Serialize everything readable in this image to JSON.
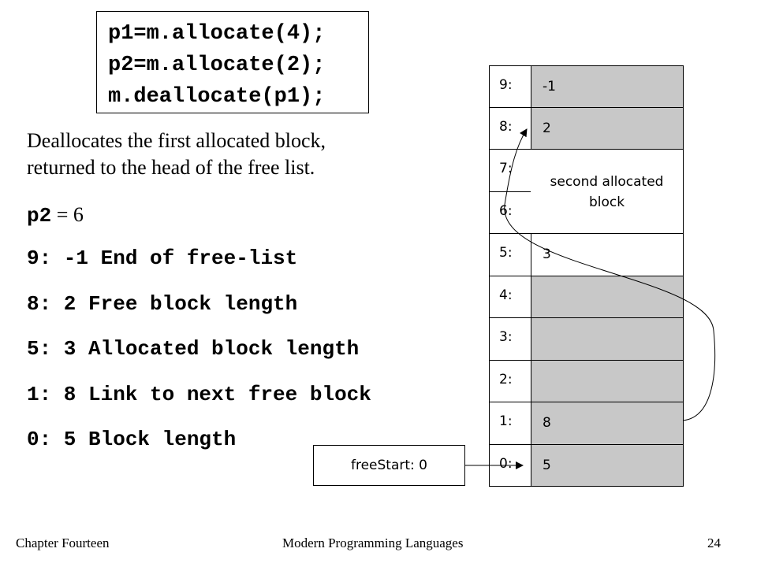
{
  "code": {
    "lines": [
      "p1=m.allocate(4);",
      "p2=m.allocate(2);",
      "m.deallocate(p1);"
    ]
  },
  "description": {
    "line1": "Deallocates the first allocated block,",
    "line2": "returned to the head of the free list."
  },
  "p2": {
    "var": "p2",
    "rest": " = 6"
  },
  "legend": [
    "9: -1 End of free-list",
    "8: 2 Free block length",
    "5: 3 Allocated block length",
    "1: 8 Link to next free block",
    "0: 5 Block length"
  ],
  "memory": {
    "rows": [
      {
        "addr": "9:",
        "value": "-1",
        "free": true
      },
      {
        "addr": "8:",
        "value": "2",
        "free": true
      },
      {
        "addr": "7:",
        "value": "",
        "free": false
      },
      {
        "addr": "6:",
        "value": "",
        "free": false
      },
      {
        "addr": "5:",
        "value": "3",
        "free": false
      },
      {
        "addr": "4:",
        "value": "",
        "free": true
      },
      {
        "addr": "3:",
        "value": "",
        "free": true
      },
      {
        "addr": "2:",
        "value": "",
        "free": true
      },
      {
        "addr": "1:",
        "value": "8",
        "free": true
      },
      {
        "addr": "0:",
        "value": "5",
        "free": true
      }
    ],
    "merged_label_line1": "second allocated",
    "merged_label_line2": "block"
  },
  "free_start": "freeStart: 0",
  "footer": {
    "left": "Chapter Fourteen",
    "center": "Modern Programming Languages",
    "right": "24"
  },
  "colors": {
    "free_cell": "#c8c8c8",
    "allocated_cell": "#ffffff"
  }
}
